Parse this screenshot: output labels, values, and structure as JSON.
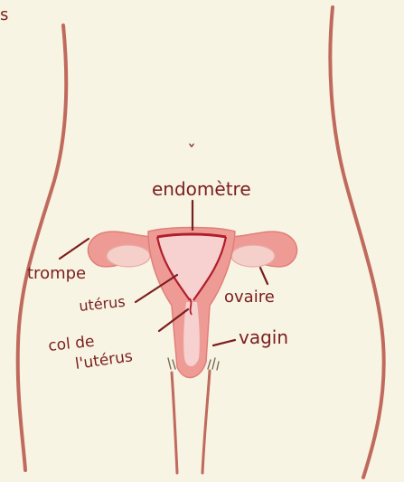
{
  "diagram": {
    "corner_mark": "s",
    "navel_mark": "ˇ",
    "labels": {
      "endometre": "endomètre",
      "trompe": "trompe",
      "uterus": "utérus",
      "ovaire": "ovaire",
      "col_line1": "col de",
      "col_line2": "l'utérus",
      "vagin": "vagin"
    }
  },
  "colors": {
    "background": "#f8f4e3",
    "body_outline": "#c06a5e",
    "uterus_wall": "#ef9b95",
    "uterus_inner": "#f6d1cf",
    "ovary": "#f5cfc9",
    "label_ink": "#7a1e1e"
  }
}
